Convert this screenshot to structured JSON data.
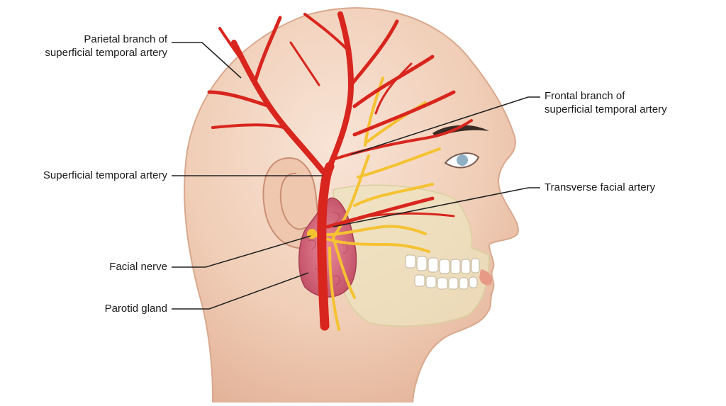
{
  "labels": {
    "parietal_branch": [
      "Parietal branch of",
      "superficial temporal artery"
    ],
    "frontal_branch": [
      "Frontal branch of",
      "superficial temporal artery"
    ],
    "superficial_temporal_artery": "Superficial temporal artery",
    "transverse_facial_artery": "Transverse facial artery",
    "facial_nerve": "Facial nerve",
    "parotid_gland": "Parotid gland"
  },
  "colors": {
    "skin": "#f2d2bd",
    "skin_shadow": "#e3b49b",
    "artery": "#d8251d",
    "artery_dark": "#a5140f",
    "nerve": "#f5c232",
    "gland": "#d9687a",
    "bone": "#ece4bf",
    "leader": "#222222"
  }
}
